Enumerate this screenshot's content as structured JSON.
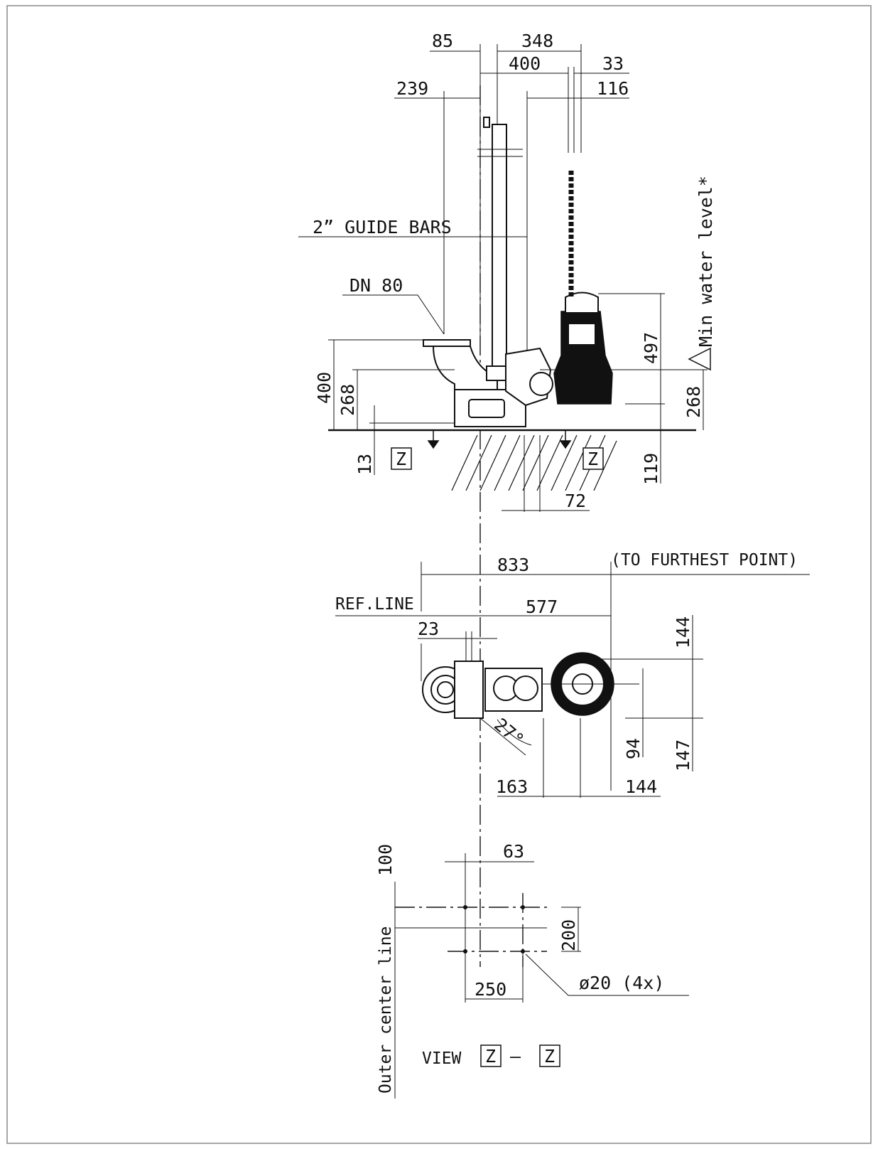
{
  "labels": {
    "guide_bars": "2” GUIDE BARS",
    "dn": "DN 80",
    "min_water_level": "Min water level*",
    "to_furthest_point": "(TO FURTHEST POINT)",
    "ref_line": "REF.LINE",
    "hole_spec": "ø20 (4x)",
    "outer_center_line": "Outer center line",
    "view": "VIEW",
    "section_letter": "Z",
    "view_dash": "—",
    "angle": "27°"
  },
  "dimensions": {
    "top": [
      "85",
      "348",
      "400",
      "33",
      "239",
      "116"
    ],
    "side": [
      "497",
      "268",
      "400",
      "268",
      "13",
      "119",
      "72"
    ],
    "plan": [
      "833",
      "577",
      "23",
      "144",
      "94",
      "147",
      "163",
      "144"
    ],
    "base": [
      "63",
      "100",
      "200",
      "250"
    ]
  }
}
